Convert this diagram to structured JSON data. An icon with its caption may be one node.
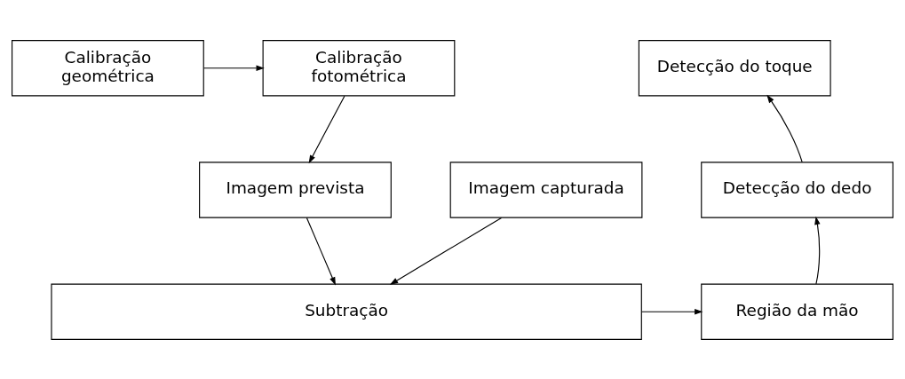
{
  "diagram": {
    "nodes": [
      {
        "text": [
          "Calibração geométrica"
        ]
      },
      {
        "text": [
          "Calibração fotométrica"
        ]
      },
      {
        "text": [
          "Detecção do toque"
        ]
      },
      {
        "text": [
          "Imagem capturada"
        ]
      },
      {
        "text": [
          "Imagem prevista"
        ]
      },
      {
        "text": [
          "Detecção do dedo"
        ]
      },
      {
        "text": [
          "Subtração"
        ]
      },
      {
        "text": [
          "Região da mão"
        ]
      }
    ],
    "edges": [
      {
        "from": 0,
        "to": 1,
        "arrow": "to"
      },
      {
        "from": 1,
        "to": 4,
        "arrow": "to"
      },
      {
        "from": 3,
        "to": 6,
        "arrow": "to"
      },
      {
        "from": 4,
        "to": 6,
        "arrow": "to"
      },
      {
        "from": 6,
        "to": 7,
        "arrow": "to"
      },
      {
        "from": 7,
        "to": 5,
        "arrow": "to"
      },
      {
        "from": 5,
        "to": 2,
        "arrow": "to"
      }
    ]
  }
}
